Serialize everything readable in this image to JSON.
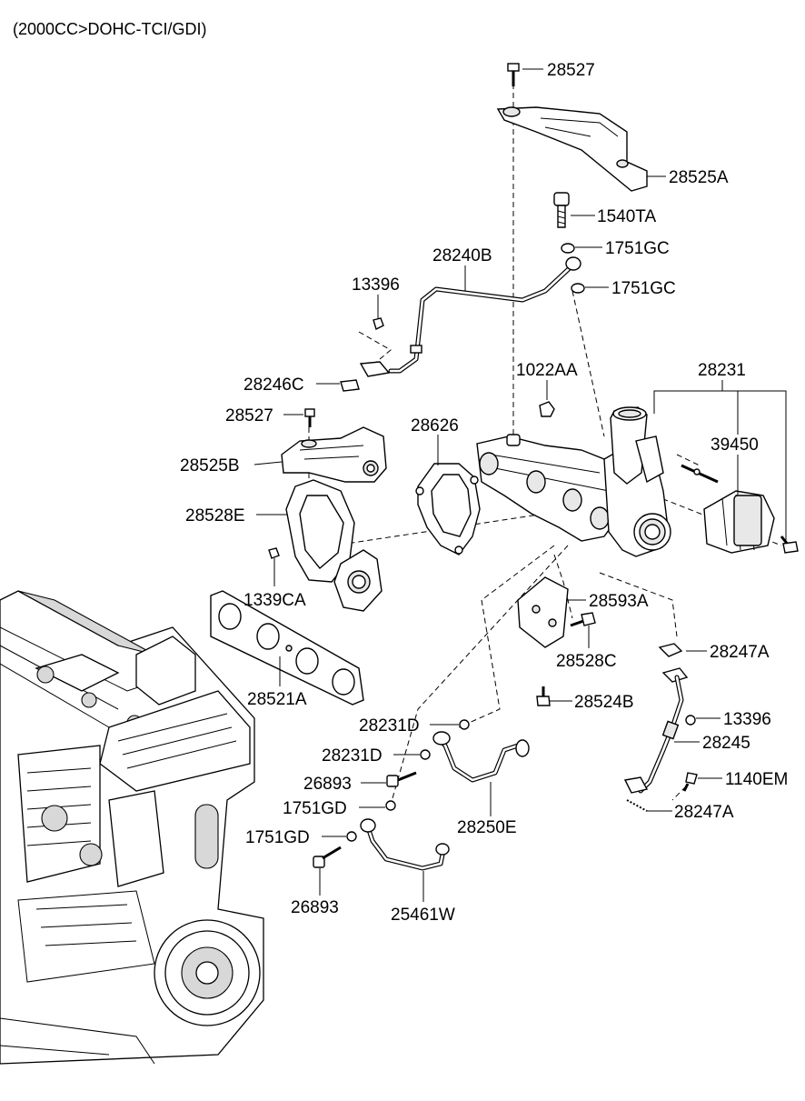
{
  "title": "(2000CC>DOHC-TCI/GDI)",
  "labels": {
    "p28527_top": "28527",
    "p28525A": "28525A",
    "p1540TA": "1540TA",
    "p1751GC_a": "1751GC",
    "p1751GC_b": "1751GC",
    "p28240B": "28240B",
    "p13396_a": "13396",
    "p28246C": "28246C",
    "p1022AA": "1022AA",
    "p28231": "28231",
    "p39450": "39450",
    "p28527_mid": "28527",
    "p28626": "28626",
    "p28525B": "28525B",
    "p28528E": "28528E",
    "p1339CA": "1339CA",
    "p28593A": "28593A",
    "p28528C": "28528C",
    "p28247A_a": "28247A",
    "p28521A": "28521A",
    "p28524B": "28524B",
    "p28231D_a": "28231D",
    "p13396_b": "13396",
    "p28231D_b": "28231D",
    "p28245": "28245",
    "p26893_a": "26893",
    "p1140EM": "1140EM",
    "p1751GD_a": "1751GD",
    "p28250E": "28250E",
    "p28247A_b": "28247A",
    "p1751GD_b": "1751GD",
    "p26893_b": "26893",
    "p25461W": "25461W"
  }
}
